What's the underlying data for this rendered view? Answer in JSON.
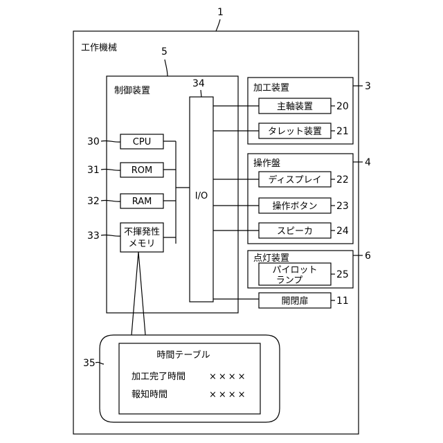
{
  "machine": {
    "ref": "1",
    "label": "工作機械"
  },
  "control_unit": {
    "ref": "5",
    "label": "制御装置"
  },
  "io": {
    "ref": "34",
    "label": "I/O"
  },
  "cpu": {
    "ref": "30",
    "label": "CPU"
  },
  "rom": {
    "ref": "31",
    "label": "ROM"
  },
  "ram": {
    "ref": "32",
    "label": "RAM"
  },
  "nvm": {
    "ref": "33",
    "label_line1": "不揮発性",
    "label_line2": "メモリ"
  },
  "machining_device": {
    "ref": "3",
    "label": "加工装置",
    "spindle": {
      "ref": "20",
      "label": "主軸装置"
    },
    "turret": {
      "ref": "21",
      "label": "タレット装置"
    }
  },
  "operation_panel": {
    "ref": "4",
    "label": "操作盤",
    "display": {
      "ref": "22",
      "label": "ディスプレイ"
    },
    "buttons": {
      "ref": "23",
      "label": "操作ボタン"
    },
    "speaker": {
      "ref": "24",
      "label": "スピーカ"
    }
  },
  "lighting_device": {
    "ref": "6",
    "label": "点灯装置",
    "pilot_lamp": {
      "ref": "25",
      "label_line1": "パイロット",
      "label_line2": "ランプ"
    }
  },
  "door": {
    "ref": "11",
    "label": "開閉扉"
  },
  "time_table": {
    "ref": "35",
    "title": "時間テーブル",
    "rows": [
      {
        "label": "加工完了時間",
        "value": "××××"
      },
      {
        "label": "報知時間",
        "value": "××××"
      }
    ]
  }
}
